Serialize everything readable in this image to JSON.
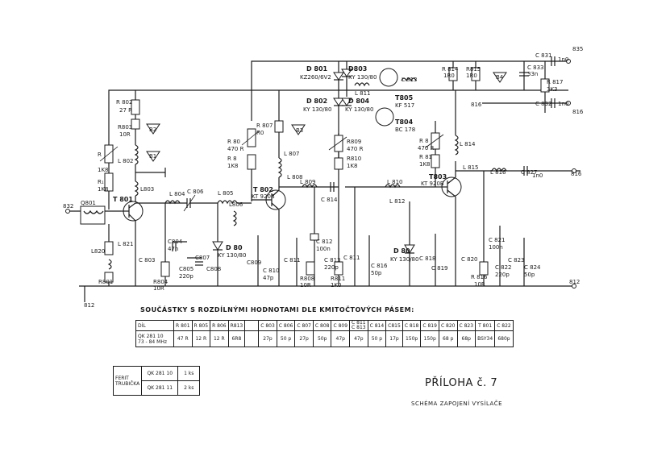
{
  "schematic": {
    "labels": {
      "R802": "R 802",
      "R802v": "27 R",
      "R803": "R803",
      "R803v": "10R",
      "B2": "B2",
      "B1": "B1",
      "L802": "L 802",
      "R": "R",
      "Rv": "1K8",
      "R1": "R₁",
      "R1v": "1K8",
      "L803": "L803",
      "T801": "T 801",
      "n832": "832",
      "Q801": "Q801",
      "L821": "L 821",
      "L820": "L820",
      "R801": "R801",
      "n812a": "812",
      "L804": "L 804",
      "C806": "C 806",
      "L805": "L 805",
      "L806": "L806",
      "C803": "C 803",
      "C804": "C804",
      "C804v": "47n",
      "C805": "C805",
      "C805v": "220p",
      "R804": "R804",
      "R804v": "10R",
      "C807": "C807",
      "C808": "C808",
      "D80a": "D 80",
      "D80av": "KY 130/80",
      "R807": "R 807",
      "R0": "R0",
      "R80": "R 80",
      "R80v": "470 R",
      "R8": "R 8",
      "R8v": "1K8",
      "B3": "B3",
      "L807": "L 807",
      "L808": "L 808",
      "T802": "T 802",
      "T802v": "KT 920B",
      "C809": "C809",
      "C810": "C 810",
      "C810v": "47p",
      "C811a": "C 811",
      "R808": "R808",
      "R808v": "10R",
      "C812": "C 812",
      "C812v": "100n",
      "L809": "L 809",
      "C814": "C 814",
      "D801": "D 801",
      "D801v": "KZ260/6V2",
      "D802": "D 802",
      "D802v": "KY 130/80",
      "D803": "D803",
      "D803v": "KY 130/80",
      "L811": "L 811",
      "D804": "D 804",
      "D804v": "KY 130/80",
      "T805": "T805",
      "T805v": "KF 517",
      "T804": "T804",
      "T804v": "BC 178",
      "L813": "L 813",
      "R809": "R809",
      "R809v": "470 R",
      "R810": "R810",
      "R810v": "1K8",
      "C813": "C 813",
      "C813v": "220p",
      "R811": "R811",
      "R811v": "1K0",
      "C811b": "C 811",
      "C816": "C 816",
      "C816v": "50p",
      "L810": "L 810",
      "L812": "L 812",
      "D80b": "D 80",
      "D80bv": "KY 130/80",
      "C818": "C 818",
      "C819": "C 819",
      "R814": "R 814",
      "R814v": "1R0",
      "R815": "R815",
      "R815v": "1R0",
      "B4": "B4",
      "C833": "C 833",
      "C833v": "33n",
      "C831": "C 831",
      "C831v": "1n0",
      "n835": "835",
      "R817": "R 817",
      "R817v": "3K3",
      "C832": "C 832",
      "C832v": "1n0",
      "n816a": "816",
      "n816b": "816",
      "R8c": "R 8",
      "R8cv": "470 R",
      "R81": "R 81",
      "R81v": "1K8",
      "L814": "L 814",
      "L815": "L 815",
      "T803": "T803",
      "T803v": "KT 920B",
      "L816": "L 816",
      "C827": "C 827",
      "C827v": "1n0",
      "n816c": "816",
      "C820": "C 820",
      "C821": "C 821",
      "C821v": "100n",
      "R816": "R 816",
      "R816v": "10R",
      "C822": "C 822",
      "C822v": "220p",
      "C823": "C 823",
      "C824": "C 824",
      "C824v": "50p",
      "n812b": "812"
    }
  },
  "table_title": "SOUČÁSTKY S ROZDÍLNÝMI HODNOTAMI DLE KMITOČTOVÝCH PÁSEM:",
  "parts_table": {
    "header": [
      "DÍL",
      "R 801",
      "R 805",
      "R 806",
      "R813",
      "",
      "C 803",
      "C 806",
      "C 807",
      "C 808",
      "C 809",
      "C 811\nC 813",
      "C 814",
      "C815",
      "C 818",
      "C 819",
      "C 820",
      "C 823",
      "T 801",
      "C 822"
    ],
    "row_label": "QK 281 10\n73 - 84 MHz",
    "row": [
      "47 R",
      "12 R",
      "12 R",
      "6R8",
      "",
      "27p",
      "50 p",
      "27p",
      "50p",
      "47p",
      "47p",
      "50 p",
      "17p",
      "150p",
      "150p",
      "68 p",
      "68p",
      "BSY34",
      "680p"
    ]
  },
  "ferrite_table": {
    "label": "FERIT\nTRUBIČKA",
    "rows": [
      {
        "part": "QK 281 10",
        "qty": "1 ks"
      },
      {
        "part": "QK 281 11",
        "qty": "2 ks"
      }
    ]
  },
  "appendix": {
    "title": "PŘÍLOHA č. 7",
    "subtitle": "SCHÉMA ZAPOJENÍ VYSÍLAČE"
  }
}
